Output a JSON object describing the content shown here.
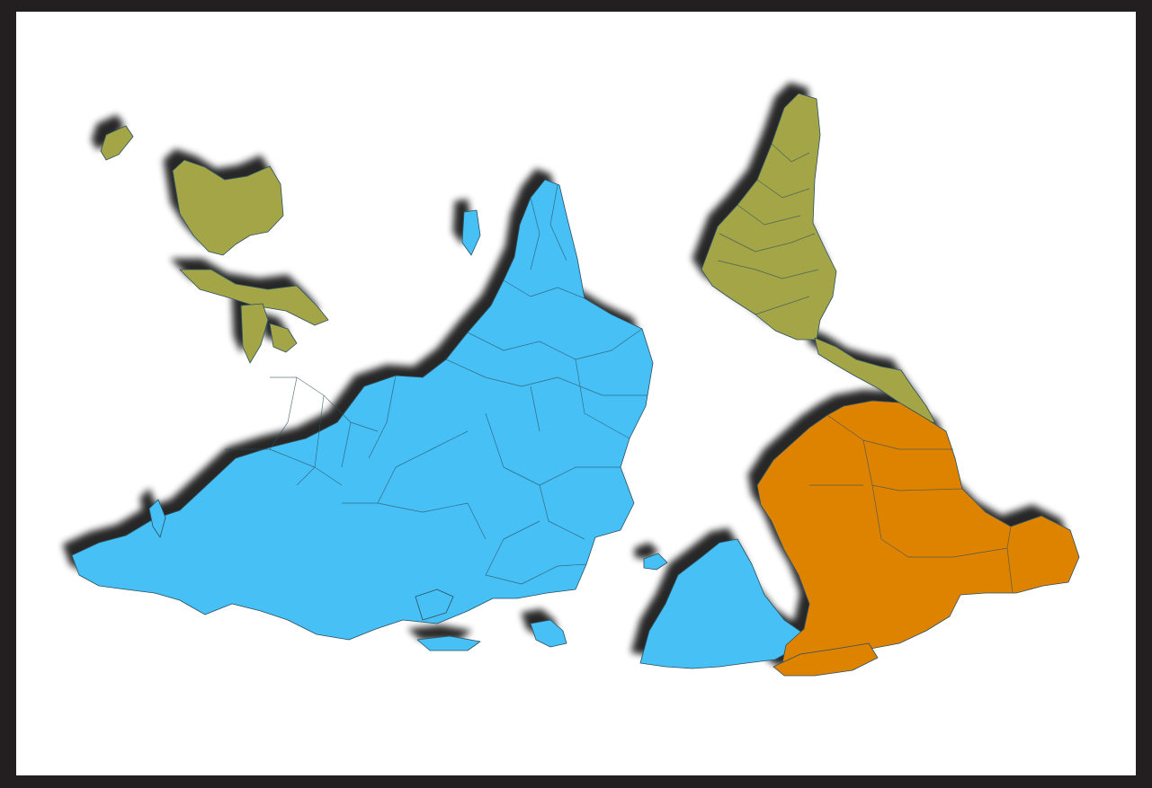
{
  "map": {
    "projection": "south-up",
    "frame_color": "#231f20",
    "background": "#ffffff",
    "shadow_color": "#1a1a1a",
    "border_color": "#2c4f5e",
    "palette": {
      "olive": "#a3a547",
      "blue": "#46c0f6",
      "orange": "#de8306"
    },
    "regions": [
      {
        "id": "australia",
        "color_key": "olive",
        "icon": "landmass"
      },
      {
        "id": "asia",
        "color_key": "blue",
        "icon": "landmass"
      },
      {
        "id": "europe",
        "color_key": "blue",
        "icon": "landmass"
      },
      {
        "id": "africa",
        "color_key": "blue",
        "icon": "landmass"
      },
      {
        "id": "south-america",
        "color_key": "olive",
        "icon": "landmass"
      },
      {
        "id": "north-america",
        "color_key": "orange",
        "icon": "landmass"
      }
    ]
  }
}
